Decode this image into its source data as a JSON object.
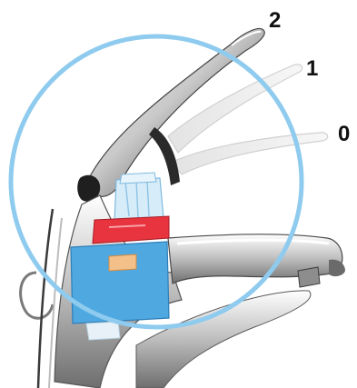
{
  "positions": [
    {
      "label": "2"
    },
    {
      "label": "1"
    },
    {
      "label": "0"
    }
  ],
  "colors": {
    "circle": "#8ecbee",
    "chrome_dark": "#2b2b2b",
    "chrome_mid": "#9a9a9a",
    "chrome_light": "#e9e9e9",
    "cartridge_blue": "#4fa8e0",
    "cartridge_red": "#e8343f",
    "cartridge_clear": "#d6ecf8",
    "insert_orange": "#f4c08a"
  },
  "icons": {
    "faucet": "single-lever-mixer-tap",
    "cartridge": "ceramic-cartridge",
    "highlight": "detail-circle"
  }
}
